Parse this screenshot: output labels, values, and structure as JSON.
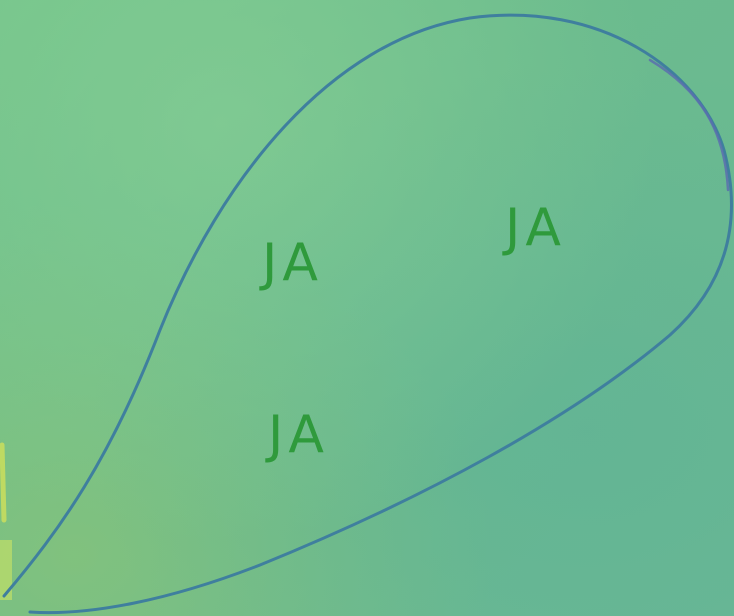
{
  "labels": [
    "JA",
    "JA",
    "JA"
  ],
  "colors": {
    "paper": "#6fbf8a",
    "outline": "#3f7f9e",
    "writing": "#2f9a3c",
    "highlight": "#d9e85a"
  }
}
